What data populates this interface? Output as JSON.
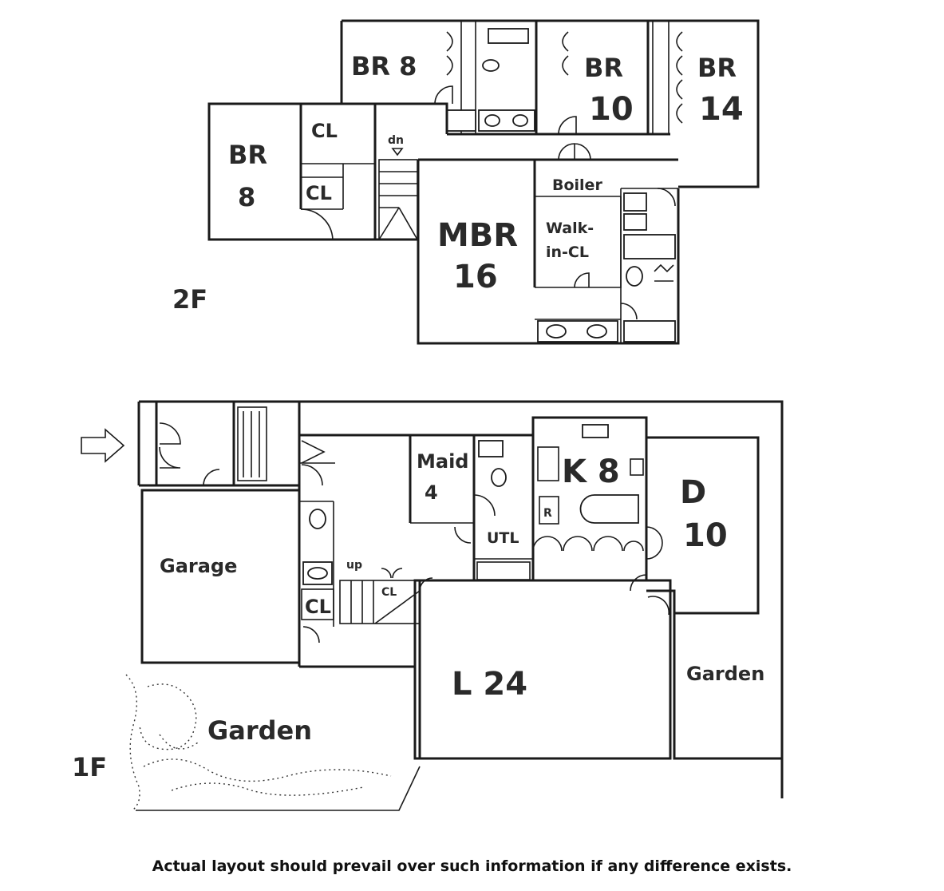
{
  "floor2": {
    "level": "2F",
    "rooms": {
      "br8_top": [
        "BR 8"
      ],
      "br10": [
        "BR",
        "10"
      ],
      "br14": [
        "BR",
        "14"
      ],
      "br8_left": [
        "BR",
        "8"
      ],
      "cl_top": "CL",
      "cl_small": "CL",
      "dn": "dn",
      "mbr": [
        "MBR",
        "16"
      ],
      "boiler": "Boiler",
      "walkin": [
        "Walk-",
        "in-CL"
      ]
    }
  },
  "floor1": {
    "level": "1F",
    "rooms": {
      "maid": [
        "Maid",
        "4"
      ],
      "kitchen": "K 8",
      "dining": [
        "D",
        "10"
      ],
      "utl": "UTL",
      "r": "R",
      "garage": "Garage",
      "up": "up",
      "cl_stair": "CL",
      "cl_box": "CL",
      "living": "L 24",
      "garden_right": "Garden",
      "garden_left": "Garden"
    }
  },
  "disclaimer": "Actual layout should prevail over such information if any difference exists."
}
